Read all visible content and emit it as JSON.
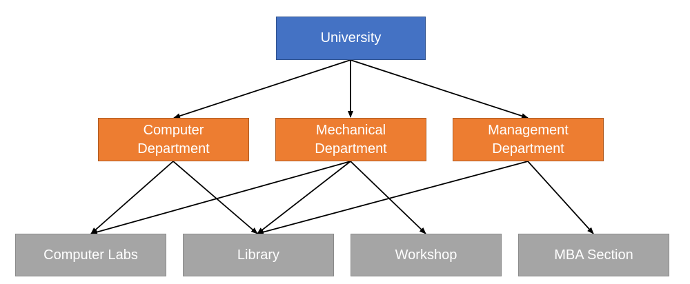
{
  "diagram": {
    "root": {
      "label": "University",
      "color": "#4472c4"
    },
    "departments": [
      {
        "label": "Computer\nDepartment"
      },
      {
        "label": "Mechanical\nDepartment"
      },
      {
        "label": "Management\nDepartment"
      }
    ],
    "facilities": [
      {
        "label": "Computer Labs"
      },
      {
        "label": "Library"
      },
      {
        "label": "Workshop"
      },
      {
        "label": "MBA Section"
      }
    ],
    "colors": {
      "department": "#ed7d31",
      "facility": "#a5a5a5",
      "arrow": "#000000"
    },
    "edges": [
      {
        "from": "University",
        "to": "Computer Department"
      },
      {
        "from": "University",
        "to": "Mechanical Department"
      },
      {
        "from": "University",
        "to": "Management Department"
      },
      {
        "from": "Computer Department",
        "to": "Computer Labs"
      },
      {
        "from": "Computer Department",
        "to": "Library"
      },
      {
        "from": "Mechanical Department",
        "to": "Computer Labs"
      },
      {
        "from": "Mechanical Department",
        "to": "Library"
      },
      {
        "from": "Mechanical Department",
        "to": "Workshop"
      },
      {
        "from": "Management Department",
        "to": "Library"
      },
      {
        "from": "Management Department",
        "to": "MBA Section"
      }
    ]
  }
}
